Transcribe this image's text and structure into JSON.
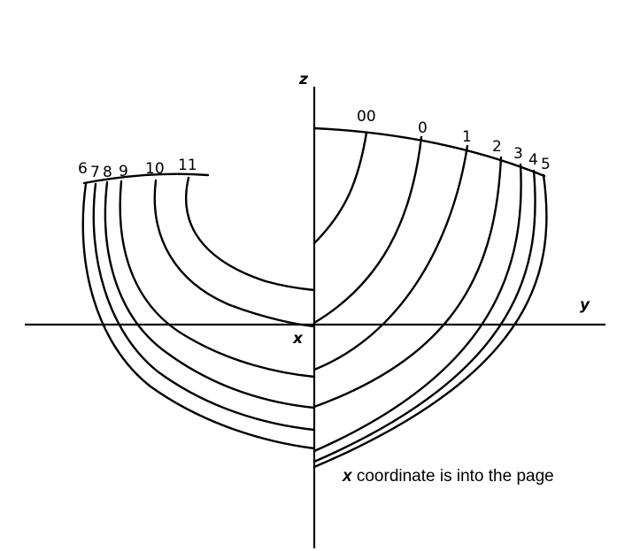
{
  "axes": {
    "z_label": "z",
    "y_label": "y",
    "x_label": "x"
  },
  "stations_left": [
    {
      "label": "6"
    },
    {
      "label": "7"
    },
    {
      "label": "8"
    },
    {
      "label": "9"
    },
    {
      "label": "10"
    },
    {
      "label": "11"
    }
  ],
  "stations_right": [
    {
      "label": "00"
    },
    {
      "label": "0"
    },
    {
      "label": "1"
    },
    {
      "label": "2"
    },
    {
      "label": "3"
    },
    {
      "label": "4"
    },
    {
      "label": "5"
    }
  ],
  "caption": {
    "coordinate": "x",
    "text": "coordinate is into the page"
  }
}
